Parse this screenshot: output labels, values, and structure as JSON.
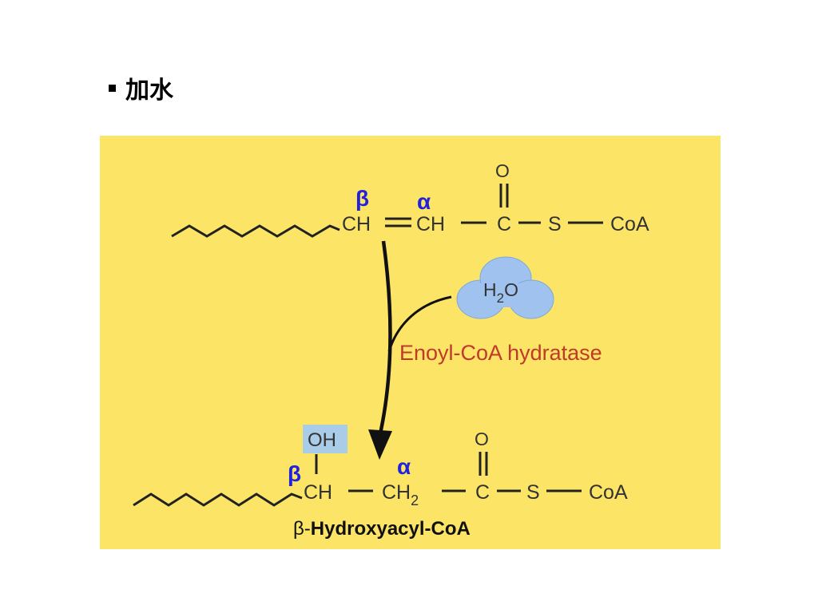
{
  "title": "加水",
  "diagram": {
    "colors": {
      "background": "#FCE566",
      "bond": "#222222",
      "label": "#333333",
      "greek": "#2222DD",
      "enzyme": "#C0392B",
      "water_cloud": "#9FC3EE",
      "oh_highlight": "#A9CDE8"
    },
    "reactant": {
      "beta_label": "β",
      "alpha_label": "α",
      "ch1": "CH",
      "ch2": "CH",
      "c": "C",
      "o": "O",
      "s": "S",
      "coa": "CoA"
    },
    "reagent": {
      "h": "H",
      "sub": "2",
      "o": "O"
    },
    "enzyme": "Enoyl-CoA hydratase",
    "product": {
      "oh": "OH",
      "beta_label": "β",
      "alpha_label": "α",
      "ch": "CH",
      "ch2": "CH",
      "ch2_sub": "2",
      "c": "C",
      "o": "O",
      "s": "S",
      "coa": "CoA",
      "name_prefix": "β-",
      "name_main": "Hydroxyacyl-CoA"
    }
  }
}
